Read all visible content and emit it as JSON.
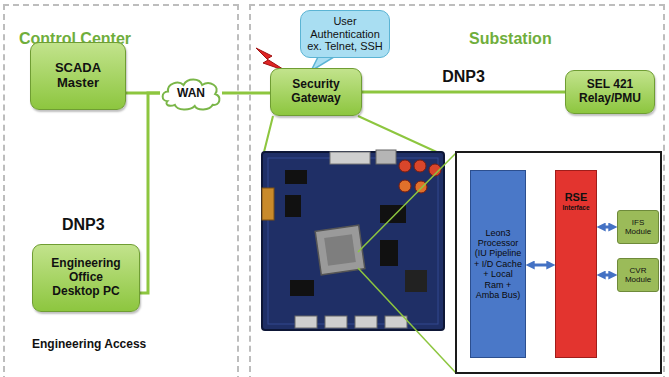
{
  "diagram": {
    "nodes": [
      {
        "text": [
          "Control Center"
        ]
      },
      {
        "text": [
          "SCADA Master"
        ],
        "in": 0
      },
      {
        "text": [
          "WAN"
        ],
        "in": 0
      },
      {
        "text": [
          "Engineering Office Desktop PC"
        ],
        "in": 0
      },
      {
        "text": [
          "Substation"
        ]
      },
      {
        "text": [
          "User Authentication ex. Telnet, SSH"
        ],
        "in": 4
      },
      {
        "text": [
          "Security Gateway"
        ],
        "in": 4
      },
      {
        "text": [
          "SEL 421 Relay/PMU"
        ],
        "in": 4
      },
      {
        "text": [
          "Leon3 Processor (IU Pipeline + I/D Cache + Local Ram + Amba Bus)"
        ],
        "in": 4
      },
      {
        "text": [
          "RSE",
          "Interface"
        ],
        "in": 4
      },
      {
        "text": [
          "IFS Module"
        ],
        "in": 4
      },
      {
        "text": [
          "CVR Module"
        ],
        "in": 4
      }
    ],
    "edges": [
      {
        "from": 1,
        "to": 2,
        "arrow": "none"
      },
      {
        "from": 2,
        "to": 6,
        "arrow": "none"
      },
      {
        "from": 6,
        "to": 7,
        "arrow": "none",
        "label": "DNP3"
      },
      {
        "from": 3,
        "to": 2,
        "arrow": "none"
      },
      {
        "from": 8,
        "to": 9,
        "arrow": "both"
      },
      {
        "from": 9,
        "to": 10,
        "arrow": "both"
      },
      {
        "from": 9,
        "to": 11,
        "arrow": "both"
      }
    ],
    "labels": [
      "DNP3",
      "Engineering Access"
    ]
  }
}
